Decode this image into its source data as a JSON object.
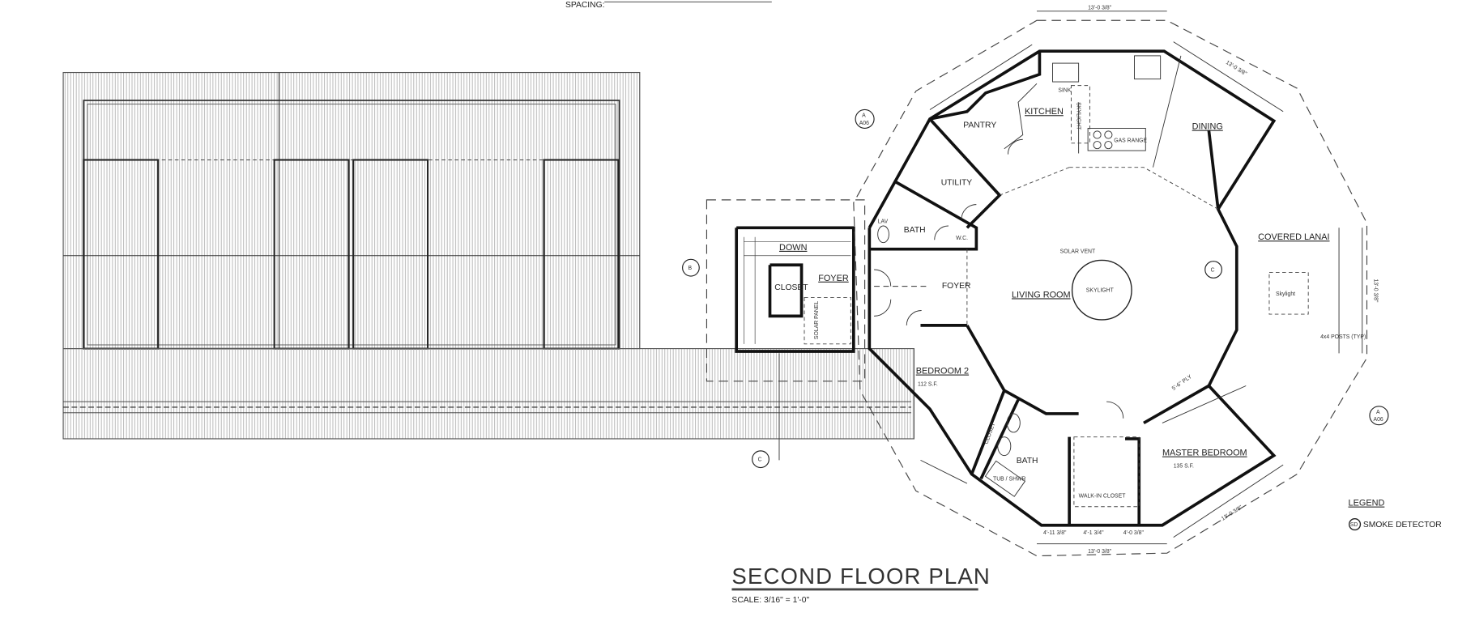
{
  "header": {
    "spacing_label": "SPACING:"
  },
  "title": "SECOND FLOOR PLAN",
  "scale": "SCALE: 3/16\" = 1'-0\"",
  "rooms": {
    "kitchen": "KITCHEN",
    "sink": "SINK",
    "skylight_kitchen": "SKYLIGHT",
    "gas_range": "GAS RANGE",
    "pantry": "PANTRY",
    "utility": "UTILITY",
    "bath_upper": "BATH",
    "foyer_stair": "FOYER",
    "foyer_main": "FOYER",
    "closet_stair": "CLOSET",
    "down": "DOWN",
    "living_room": "LIVING ROOM",
    "skylight_living": "SKYLIGHT",
    "solar_vent": "SOLAR VENT",
    "dining": "DINING",
    "covered_lanai": "COVERED LANAI",
    "skylight_lanai": "Skylight",
    "posts": "4x4 POSTS (TYP)",
    "bedroom2": "BEDROOM 2",
    "bedroom2_area": "112 S.F.",
    "closet_bed2": "CLOSET",
    "bath_lower": "BATH",
    "tub": "TUB / SHWR",
    "walkin": "WALK-IN CLOSET",
    "master_bedroom": "MASTER BEDROOM",
    "master_area": "135 S.F.",
    "lav": "LAV",
    "wc": "W.C.",
    "solar_panel": "SOLAR PANEL"
  },
  "dimensions": {
    "top": "13'-0 3/8\"",
    "top_right": "13'-0 3/8\"",
    "bottom": "13'-0 3/8\"",
    "bottom_right": "13'-0 3/8\"",
    "right": "13'-0 3/8\"",
    "bottom_sub1": "4'-11 3/8\"",
    "bottom_sub2": "4'-1 3/4\"",
    "bottom_sub3": "4'-0 3/8\"",
    "lanai_ply": "5'-6\" PLY"
  },
  "section_markers": {
    "a": "A",
    "sheet": "A06",
    "b": "B",
    "c": "C"
  },
  "legend": {
    "title": "LEGEND",
    "smoke_symbol": "SD",
    "smoke_detector": "SMOKE DETECTOR"
  },
  "colors": {
    "line": "#111111",
    "background": "#ffffff",
    "hatch": "#9a9a9a"
  }
}
